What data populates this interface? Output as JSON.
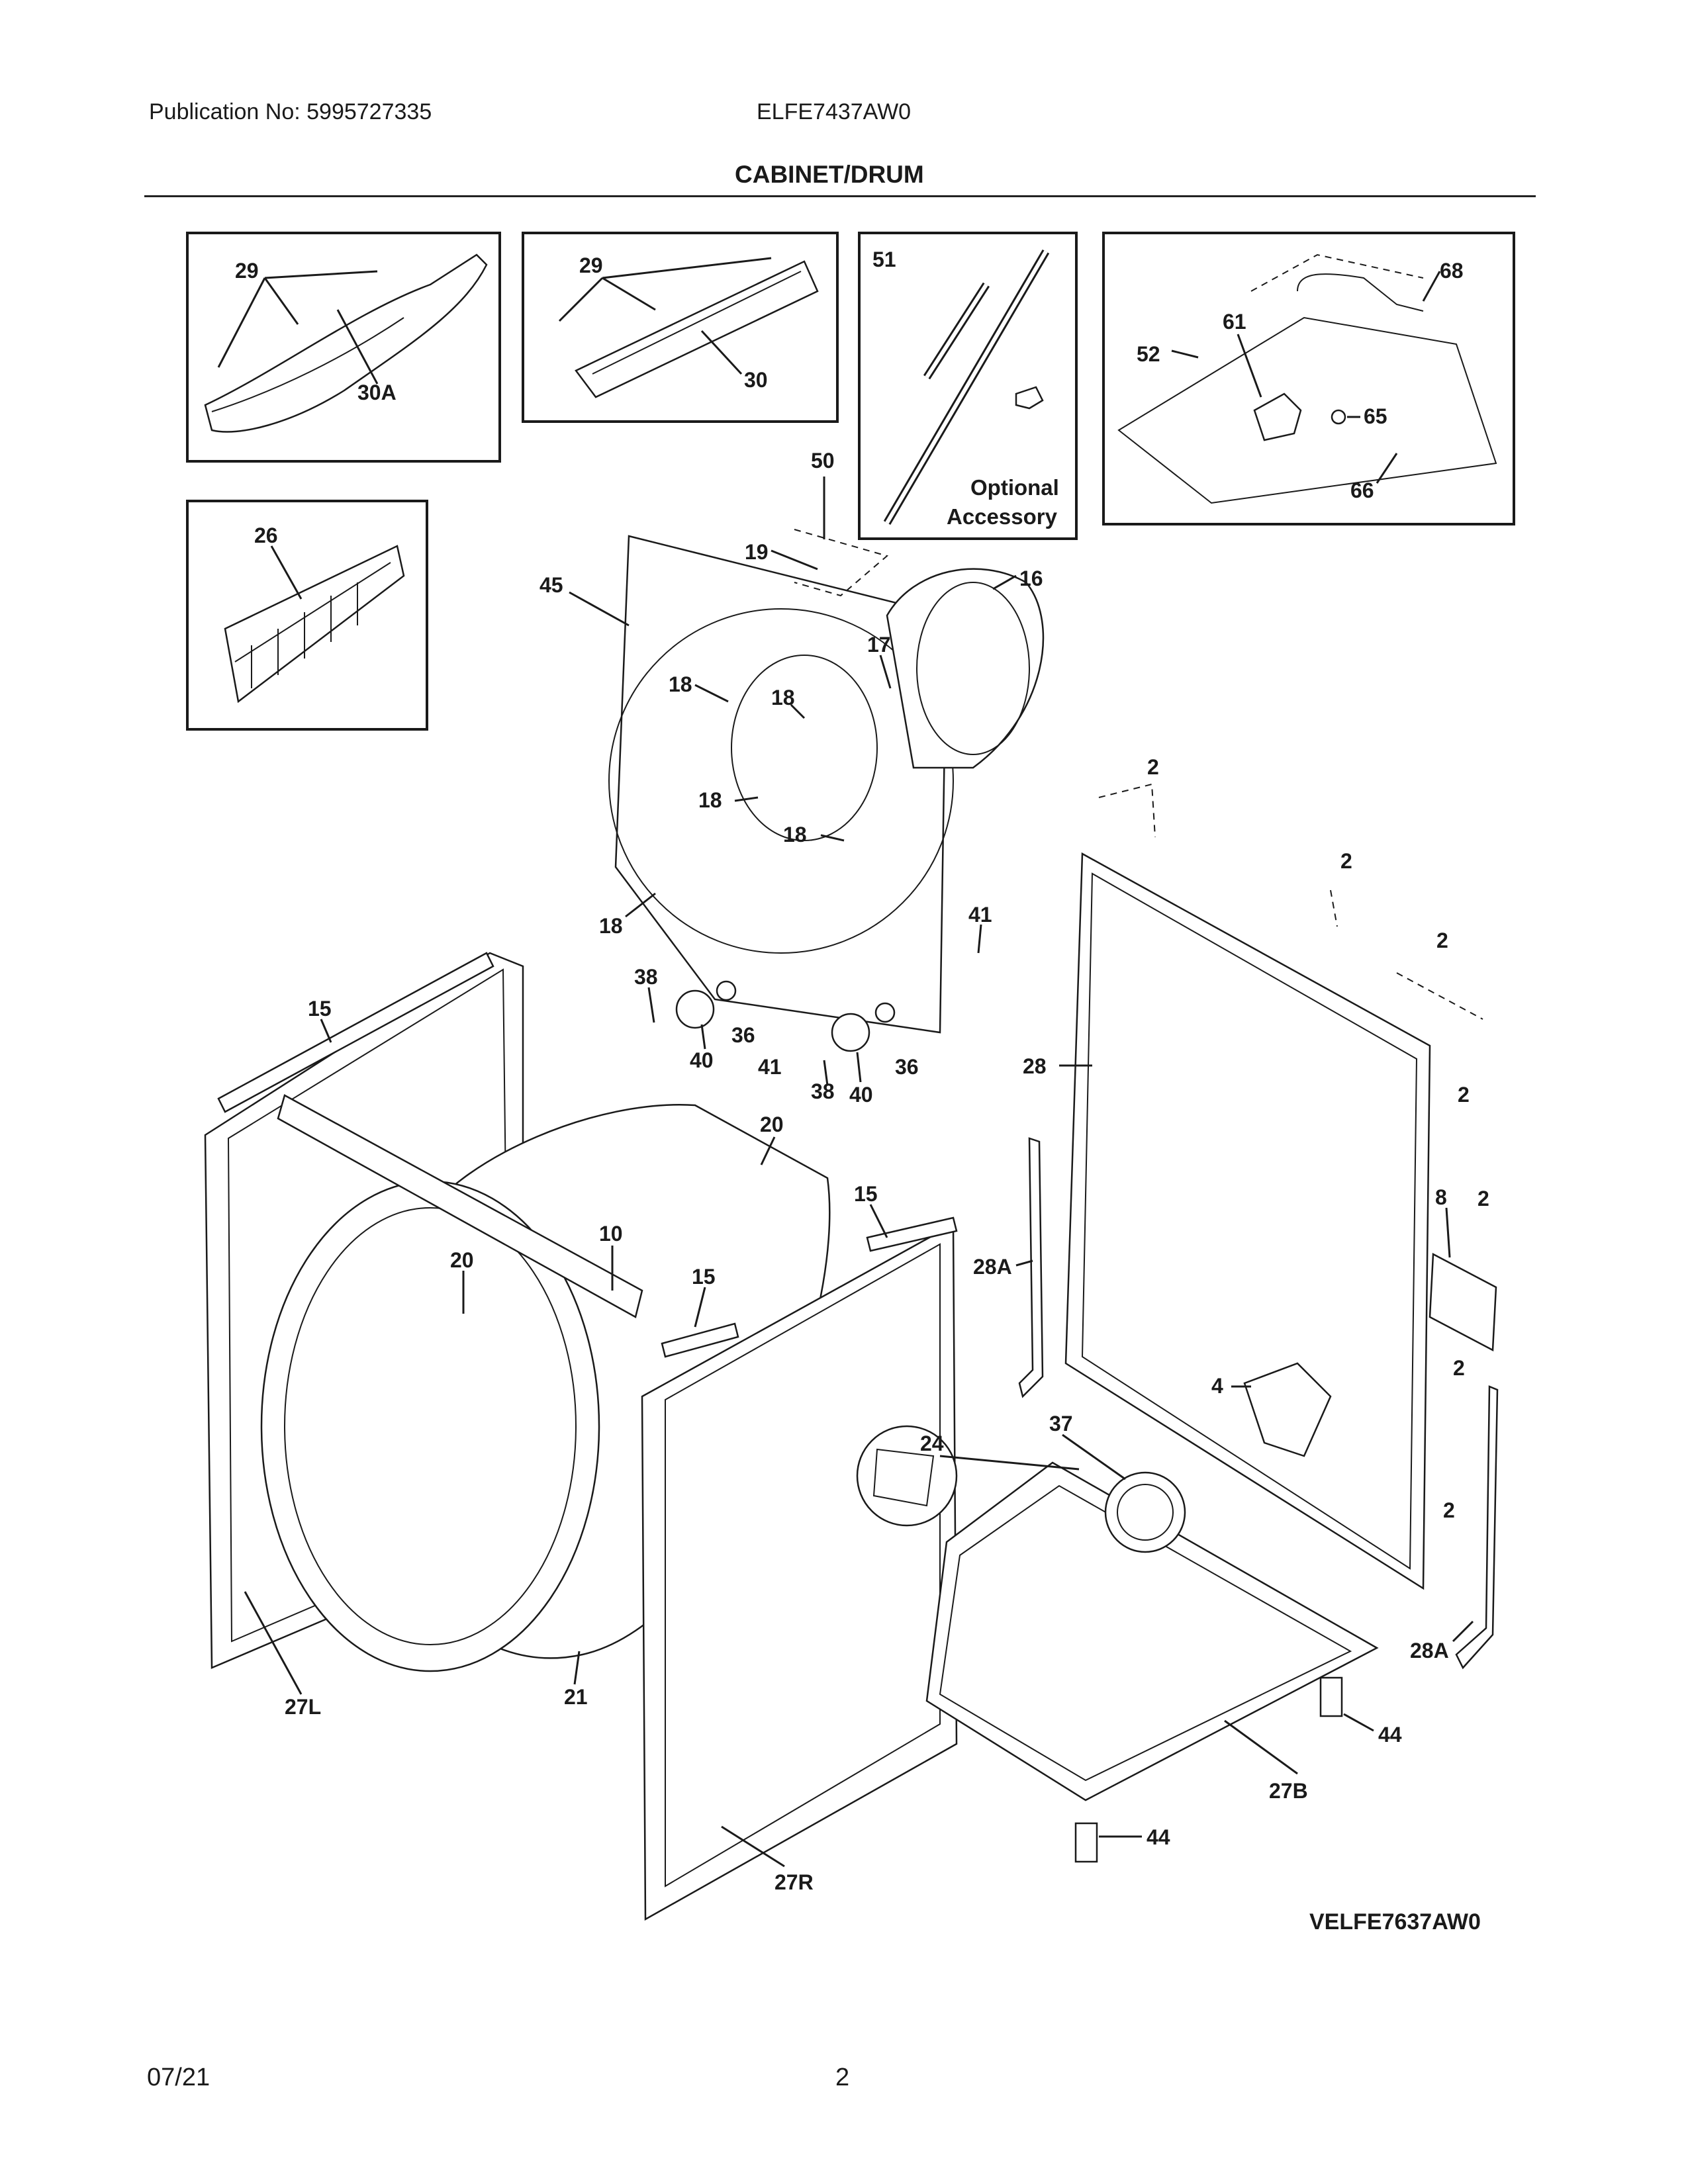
{
  "header": {
    "publication": "Publication No: 5995727335",
    "model": "ELFE7437AW0",
    "section_title": "CABINET/DRUM"
  },
  "diagram": {
    "callouts": {
      "c29a": "29",
      "c30a": "30A",
      "c29b": "29",
      "c30": "30",
      "c51": "51",
      "c68": "68",
      "c61": "61",
      "c52": "52",
      "c65": "65",
      "c66": "66",
      "c26": "26",
      "c50": "50",
      "c19": "19",
      "c45": "45",
      "c16": "16",
      "c17": "17",
      "c18a": "18",
      "c18b": "18",
      "c18c": "18",
      "c18d": "18",
      "c18e": "18",
      "c41a": "41",
      "c38a": "38",
      "c36a": "36",
      "c40a": "40",
      "c41b": "41",
      "c38b": "38",
      "c40b": "40",
      "c36b": "36",
      "c2a": "2",
      "c2b": "2",
      "c2c": "2",
      "c2d": "2",
      "c2e": "2",
      "c2f": "2",
      "c2g": "2",
      "c28": "28",
      "c8": "8",
      "c15a": "15",
      "c20a": "20",
      "c15b": "15",
      "c10": "10",
      "c20b": "20",
      "c15c": "15",
      "c28aa": "28A",
      "c4": "4",
      "c24": "24",
      "c37": "37",
      "c28ab": "28A",
      "c27l": "27L",
      "c21": "21",
      "c44a": "44",
      "c27b": "27B",
      "c44b": "44",
      "c27r": "27R"
    },
    "optional_line1": "Optional",
    "optional_line2": "Accessory",
    "credit": "VELFE7637AW0"
  },
  "footer": {
    "date": "07/21",
    "page": "2"
  }
}
